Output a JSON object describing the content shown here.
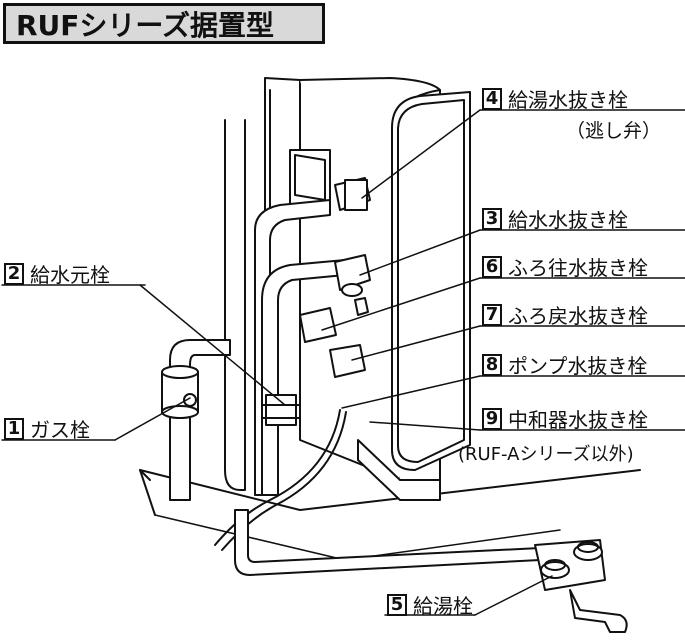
{
  "title": "RUFシリーズ据置型",
  "labels": [
    {
      "num": "4",
      "text": "給湯水抜き栓",
      "sub": "（逃し弁）"
    },
    {
      "num": "3",
      "text": "給水水抜き栓"
    },
    {
      "num": "6",
      "text": "ふろ往水抜き栓"
    },
    {
      "num": "7",
      "text": "ふろ戻水抜き栓"
    },
    {
      "num": "8",
      "text": "ポンプ水抜き栓"
    },
    {
      "num": "9",
      "text": "中和器水抜き栓",
      "sub": "(RUF-Aシリーズ以外)"
    },
    {
      "num": "2",
      "text": "給水元栓"
    },
    {
      "num": "1",
      "text": "ガス栓"
    },
    {
      "num": "5",
      "text": "給湯栓"
    }
  ]
}
